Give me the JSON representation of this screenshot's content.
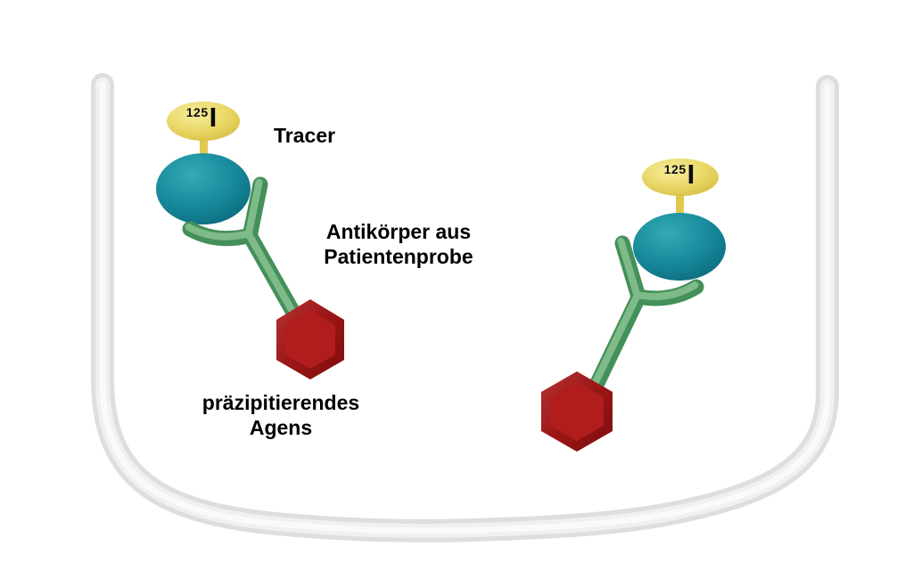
{
  "figure": {
    "type": "scientific-diagram",
    "subject": "radioimmunoassay precipitation",
    "background": "#ffffff"
  },
  "labels": {
    "tracer": "Tracer",
    "antibody": {
      "line1": "Antikörper aus",
      "line2": "Patientenprobe"
    },
    "agent": {
      "line1": "präzipitierendes",
      "line2": "Agens"
    },
    "isotope": {
      "mass": "125",
      "symbol": "I"
    }
  },
  "colors": {
    "vessel_outline": "#e2e2e2",
    "isotope_yellow": "#e6d45c",
    "antigen_teal": "#15879a",
    "antibody_green": "#5da26e",
    "agent_red": "#a81a1a",
    "text": "#000000"
  }
}
